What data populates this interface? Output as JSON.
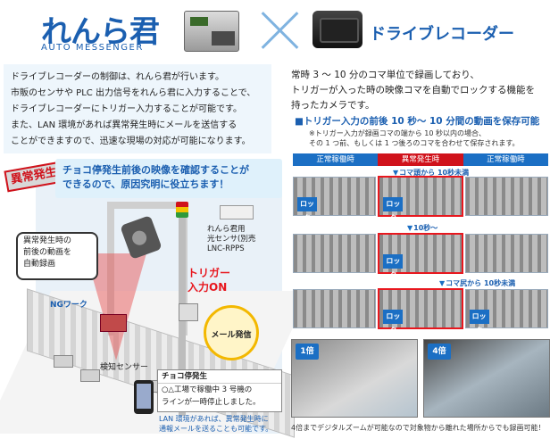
{
  "header": {
    "brand": "れんら君",
    "brand_sub": "AUTO MESSENGER",
    "product": "ドライブレコーダー"
  },
  "intro_left": {
    "lines": [
      "ドライブレコーダーの制御は、れんら君が行います。",
      "市販のセンサや PLC 出力信号をれんら君に入力することで、",
      "ドライブレコーダーにトリガー入力することが可能です。",
      "また、LAN 環境があれば異常発生時にメールを送信する",
      "ことができますので、迅速な現場の対応が可能になります。"
    ]
  },
  "intro_right": {
    "lines": [
      "常時 3 ～ 10 分のコマ単位で録画しており、",
      "トリガーが入った時の映像コマを自動でロックする機能を",
      "持ったカメラです。"
    ],
    "highlight": "■トリガー入力の前後 10 秒～ 10 分間の動画を保存可能",
    "note": [
      "※トリガー入力が録画コマの端から 10 秒以内の場合、",
      "その 1 つ前、もしくは 1 つ後ろのコマを合わせて保存されます。"
    ]
  },
  "illustration": {
    "alarm_badge": "異常発生",
    "banner": [
      "チョコ停発生前後の映像を確認することが",
      "できるので、原因究明に役立ちます！"
    ],
    "sensor_label": [
      "れんら君用",
      "光センサ(別売",
      "LNC-RPPS"
    ],
    "callout": [
      "異常発生時の",
      "前後の動画を",
      "自動録画"
    ],
    "ng_label": "NGワーク",
    "trigger": [
      "トリガー",
      "入力ON"
    ],
    "mail": "メール発信",
    "sensor_text": "検知センサー",
    "message_title": "チョコ停発生",
    "message_body": [
      "○△工場で稼働中 3 号機の",
      "ラインが一時停止しました。"
    ],
    "bottom_note": [
      "LAN 環境があれば、異常発生時に",
      "通報メールを送ることも可能です。"
    ]
  },
  "diagram": {
    "phases": [
      "正常稼働時",
      "異常発生時",
      "正常稼働時"
    ],
    "lock_label": "ロック",
    "arrows": [
      "コマ頭から 10秒未満",
      "10秒～",
      "コマ尻から 10秒未満"
    ]
  },
  "photos": {
    "zoom1": "1倍",
    "zoom4": "4倍",
    "caption": "4倍までデジタルズームが可能なので対象物から離れた場所からでも録画可能！"
  },
  "colors": {
    "brand_blue": "#1b5fb0",
    "alarm_red": "#d0121b",
    "normal_blue": "#1b6fc4",
    "accent_yellow": "#f3b800"
  }
}
